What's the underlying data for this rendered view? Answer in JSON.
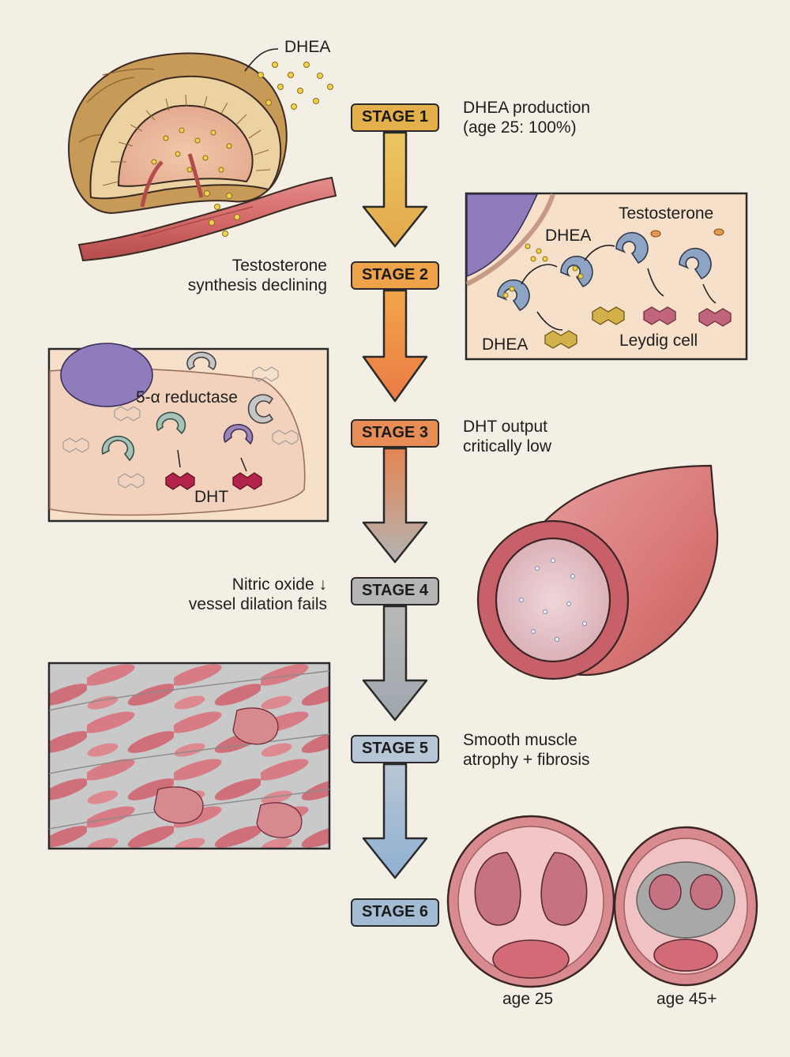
{
  "stages": [
    {
      "label": "STAGE 1",
      "color": "#e3b04b"
    },
    {
      "label": "STAGE 2",
      "color": "#eea24a"
    },
    {
      "label": "STAGE 3",
      "color": "#e88d55"
    },
    {
      "label": "STAGE 4",
      "color": "#b5b5b5"
    },
    {
      "label": "STAGE 5",
      "color": "#b7c6d6"
    },
    {
      "label": "STAGE 6",
      "color": "#a3bcd4"
    }
  ],
  "notes": {
    "stage1": [
      "DHEA production",
      "(age 25: 100%)"
    ],
    "stage2": [
      "Testosterone",
      "synthesis declining"
    ],
    "stage3": [
      "DHT output",
      "critically low"
    ],
    "stage4": [
      "Nitric oxide ↓",
      "vessel dilation fails"
    ],
    "stage5": [
      "Smooth muscle",
      "atrophy + fibrosis"
    ]
  },
  "labels": {
    "adrenal_dhea": "DHEA",
    "leydig_testosterone": "Testosterone",
    "leydig_dhea_top": "DHEA",
    "leydig_dhea_bottom": "DHEA",
    "leydig_cell": "Leydig cell",
    "reductase": "5-α reductase",
    "dht": "DHT",
    "age_young": "age 25",
    "age_old": "age 45+"
  }
}
